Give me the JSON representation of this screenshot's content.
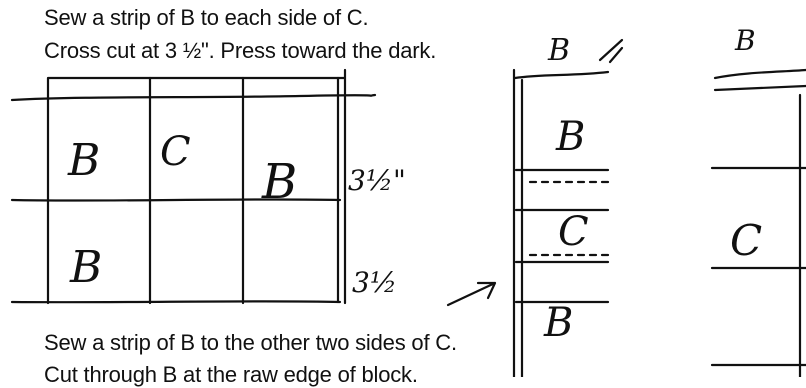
{
  "instructions": {
    "line1": "Sew a strip of B to each side of C.",
    "line2": "Cross cut at 3 ½\".  Press toward the dark.",
    "line3": "Sew a strip of B to the other two sides of C.",
    "line4": "Cut through B at the raw edge of block."
  },
  "sketch_left": {
    "cells": [
      "B",
      "C",
      "B",
      "B"
    ],
    "measure_top": "3½\"",
    "measure_bottom": "3½"
  },
  "sketch_middle": {
    "top_label": "B",
    "cells": [
      "B",
      "C",
      "B"
    ]
  },
  "sketch_right": {
    "top_label": "B",
    "cells": [
      "C"
    ]
  }
}
